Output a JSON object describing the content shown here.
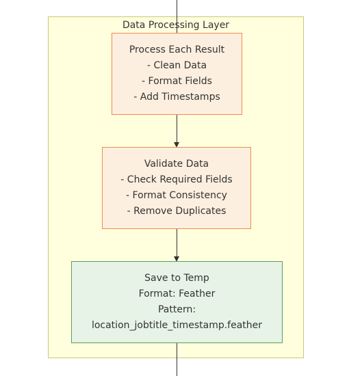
{
  "cluster": {
    "title": "Data Processing Layer"
  },
  "nodes": {
    "process": {
      "lines": [
        "Process Each Result",
        "- Clean Data",
        "- Format Fields",
        "- Add Timestamps"
      ]
    },
    "validate": {
      "lines": [
        "Validate Data",
        "- Check Required Fields",
        "- Format Consistency",
        "- Remove Duplicates"
      ]
    },
    "save": {
      "lines": [
        "Save to Temp",
        "Format: Feather",
        "Pattern:",
        "location_jobtitle_timestamp.feather"
      ]
    }
  },
  "colors": {
    "cluster_fill": "#ffffde",
    "cluster_border": "#c7c77a",
    "process_fill": "#fdefdf",
    "process_border": "#f2894b",
    "save_fill": "#e7f3e7",
    "save_border": "#5a9e5a",
    "edge": "#333333"
  }
}
